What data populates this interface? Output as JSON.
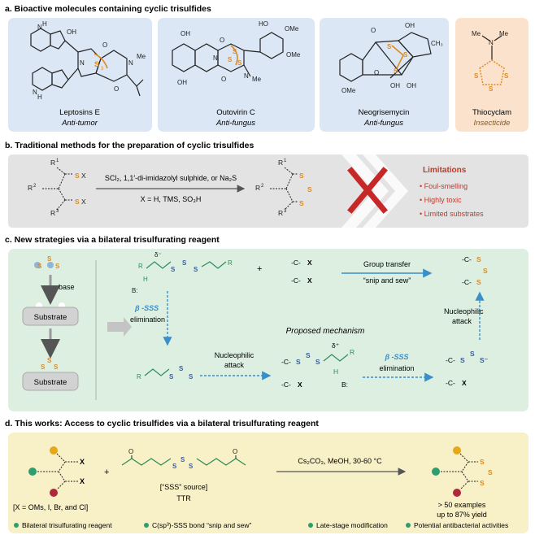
{
  "section_a": {
    "heading": "a. Bioactive molecules containing cyclic trisulfides",
    "molecules": [
      {
        "name": "Leptosins E",
        "activity": "Anti-tumor"
      },
      {
        "name": "Outovirin C",
        "activity": "Anti-fungus"
      },
      {
        "name": "Neogrisemycin",
        "activity": "Anti-fungus"
      },
      {
        "name": "Thiocyclam",
        "activity": "Insecticide"
      }
    ]
  },
  "section_b": {
    "heading": "b. Traditional methods for the preparation of cyclic trisulfides",
    "reagents": "SCl₂, 1,1′-di-imidazolyl sulphide, or Na₂S",
    "conditions": "X = H, TMS, SO₃H",
    "limitations_title": "Limitations",
    "limitations": [
      "• Foul-smelling",
      "• Highly toxic",
      "• Limited substrates"
    ]
  },
  "section_c": {
    "heading": "c. New strategies via a bilateral trisulfurating reagent",
    "base_label": "base",
    "substrate_label": "Substrate",
    "beta_elim": "β -SSS",
    "elimination": "elimination",
    "mechanism": "Proposed mechanism",
    "group_transfer": "Group transfer",
    "snip_sew": "“snip and sew”",
    "nucleophilic": "Nucleophilic",
    "attack": "attack",
    "base_b": "B:"
  },
  "section_d": {
    "heading": "d. This works: Access to cyclic trisulfides via a bilateral trisulfurating reagent",
    "x_def": "[X = OMs, I, Br, and Cl]",
    "sss_source": "[“SSS” source]",
    "ttr": "TTR",
    "conditions": "Cs₂CO₃, MeOH, 30-60 °C",
    "examples": "> 50 examples",
    "yield": "up to 87% yield",
    "features": [
      "Bilateral trisulfurating reagent",
      "C(sp³)-SSS bond “snip and sew”",
      "Late-stage modification",
      "Potential antibacterial activities"
    ]
  },
  "colors": {
    "panel_blue": "#dbe7f5",
    "panel_orange": "#fbe2cc",
    "panel_gray": "#e3e3e3",
    "panel_green": "#dcefe1",
    "panel_yellow": "#f8f0c6",
    "sulfur": "#e08a1e",
    "arrow_blue": "#3a8fc8",
    "cross_red": "#c62828",
    "limit_red": "#c0392b"
  }
}
